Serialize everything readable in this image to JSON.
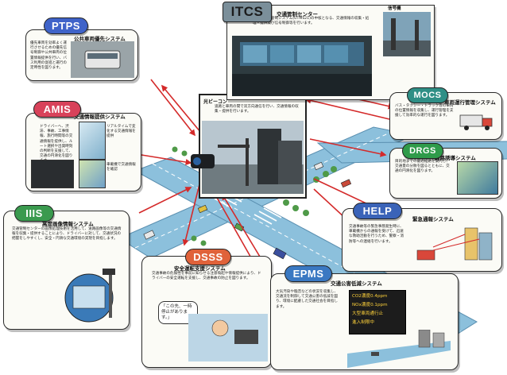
{
  "colors": {
    "ptps": "#3f63c9",
    "amis": "#d8425a",
    "iiis": "#3a9a4e",
    "dsss": "#e0623a",
    "epms": "#3a78c2",
    "itcs": "#7b8f9a",
    "mocs": "#2f8f86",
    "drgs": "#2f9b4a",
    "help": "#3a63b8",
    "arrow": "#d42a2a",
    "road": "#7fb6d6"
  },
  "systems": {
    "ptps": {
      "abbr": "PTPS",
      "title": "公共車両優先システム",
      "body": "優先車両を効率よく運行させるための優先信号制御や公共車両の位置情報提供を行い、バス利用の促進と運行の定時性を図ります。"
    },
    "amis": {
      "abbr": "AMIS",
      "title": "交通情報提供システム",
      "body": "ドライバーへ、渋滞、事故、工事情報、旅行時間等の交通情報を提供し、ルート選択や出発時刻の判断を支援して、交通の円滑化を図ります。",
      "photo_caption_1": "リアルタイムで変化する交通情報を提供",
      "photo_caption_2": "車載機で交通情報を確認"
    },
    "iiis": {
      "abbr": "IIIS",
      "title": "高度画像情報システム",
      "body": "交通管制センターの画像処理技術を活用して、道路画像等の交通情報を収集・提供することにより、ドライバーに対して、交通状況の把握をしやすくし、安全・円滑な交通環境の実現を目指します。"
    },
    "dsss": {
      "abbr": "DSSS",
      "title": "安全運転支援システム",
      "body": "交通事故の危険性を事前に知らせる注意喚起や情報提供により、ドライバーの安全運転を支援し、交通事故の防止を図ります。",
      "balloon": "「この先、一時停止があります。」"
    },
    "epms": {
      "abbr": "EPMS",
      "title": "交通公害低減システム",
      "body": "大気汚染や騒音などの状況を収集し、交通流を制御して交通公害の低減を図り、環境に配慮した交通社会を目指します。",
      "sign_lines": [
        "CO2濃度0.4ppm",
        "NOx濃度0.1ppm",
        "大型車両通行止",
        "進入制限中"
      ]
    },
    "itcs": {
      "abbr": "ITCS",
      "title": "交通管制センター",
      "body": "次世代交通管制システム(UTMS21)の中核となる、交通情報の収集・処理・提供及び信号制御等を行います。",
      "photo_label": "信号機"
    },
    "mocs": {
      "abbr": "MOCS",
      "title": "車両運行管理システム",
      "body": "バス・タクシー・トラック等の車両の位置情報を収集し、運行管理を支援して効率的な運行を図ります。"
    },
    "drgs": {
      "abbr": "DRGS",
      "title": "経路誘導システム",
      "body": "目的地までの最適経路を案内し、交通量の分散を図るとともに、交通の円滑化を図ります。"
    },
    "help": {
      "abbr": "HELP",
      "title": "緊急通報システム",
      "body": "交通事故等の緊急事態発生時に、車載機からの通報を受けて、迅速な救助活動を行うため、警察・消防等への連絡を行います。"
    },
    "beacon": {
      "title": "光ビーコン",
      "body": "道路と車両の間で双方向通信を行い、交通情報の収集・提供を行います。"
    }
  }
}
